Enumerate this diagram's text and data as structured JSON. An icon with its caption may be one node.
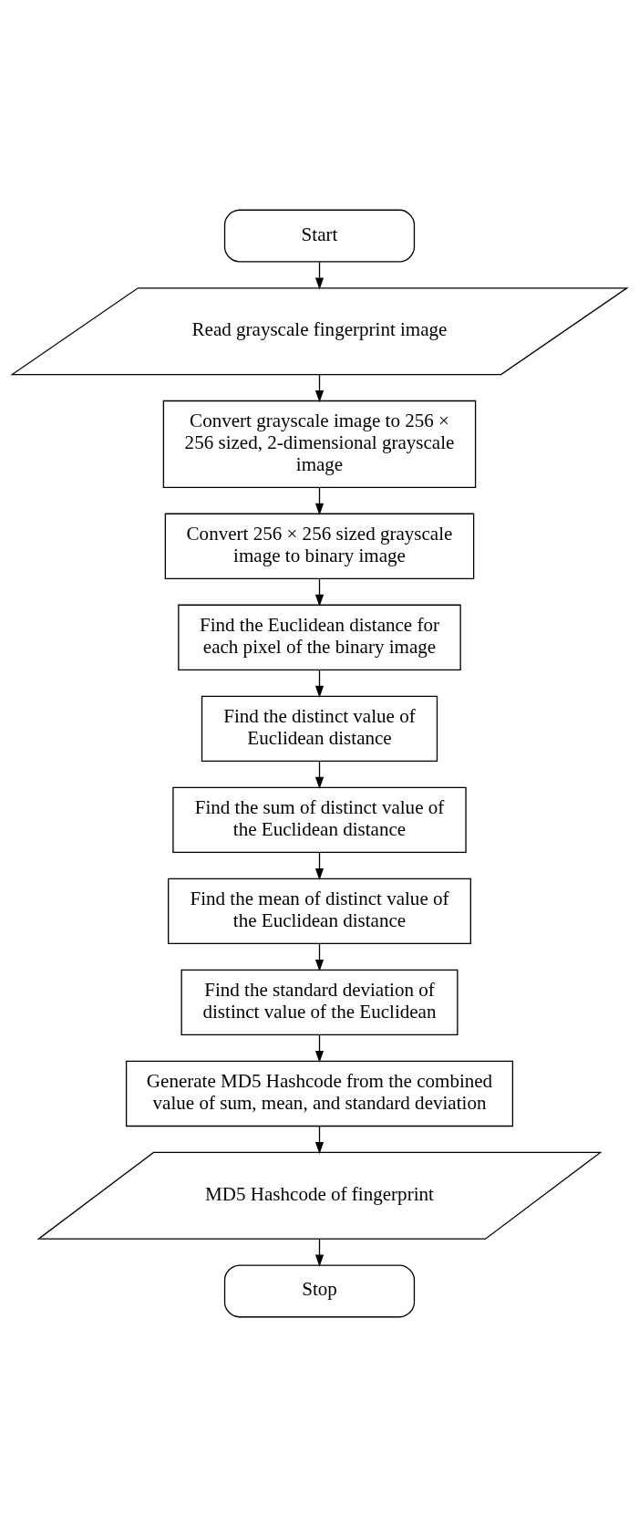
{
  "diagram": {
    "nodes": [
      {
        "text": [
          "Start"
        ]
      },
      {
        "text": [
          "Read grayscale fingerprint image"
        ]
      },
      {
        "text": [
          "Convert grayscale image to 256 × 256 sized, 2-dimensional grayscale image"
        ]
      },
      {
        "text": [
          "Convert 256 × 256 sized grayscale image to binary image"
        ]
      },
      {
        "text": [
          "Find the Euclidean distance for each pixel of the binary image"
        ]
      },
      {
        "text": [
          "Find the distinct value of Euclidean distance"
        ]
      },
      {
        "text": [
          "Find the sum of distinct value of the Euclidean distance"
        ]
      },
      {
        "text": [
          "Find the mean of distinct value of the Euclidean distance"
        ]
      },
      {
        "text": [
          "Find the standard deviation of distinct value of the Euclidean"
        ]
      },
      {
        "text": [
          "Generate MD5 Hashcode from the combined value of sum, mean, and standard deviation"
        ]
      },
      {
        "text": [
          "MD5 Hashcode of fingerprint"
        ]
      },
      {
        "text": [
          "Stop"
        ]
      }
    ],
    "edges": [
      {
        "from": 0,
        "to": 1,
        "arrow": "to"
      },
      {
        "from": 1,
        "to": 2,
        "arrow": "to"
      },
      {
        "from": 2,
        "to": 3,
        "arrow": "to"
      },
      {
        "from": 3,
        "to": 4,
        "arrow": "to"
      },
      {
        "from": 4,
        "to": 5,
        "arrow": "to"
      },
      {
        "from": 5,
        "to": 6,
        "arrow": "to"
      },
      {
        "from": 6,
        "to": 7,
        "arrow": "to"
      },
      {
        "from": 7,
        "to": 8,
        "arrow": "to"
      },
      {
        "from": 8,
        "to": 9,
        "arrow": "to"
      },
      {
        "from": 9,
        "to": 10,
        "arrow": "to"
      },
      {
        "from": 10,
        "to": 11,
        "arrow": "to"
      }
    ]
  }
}
